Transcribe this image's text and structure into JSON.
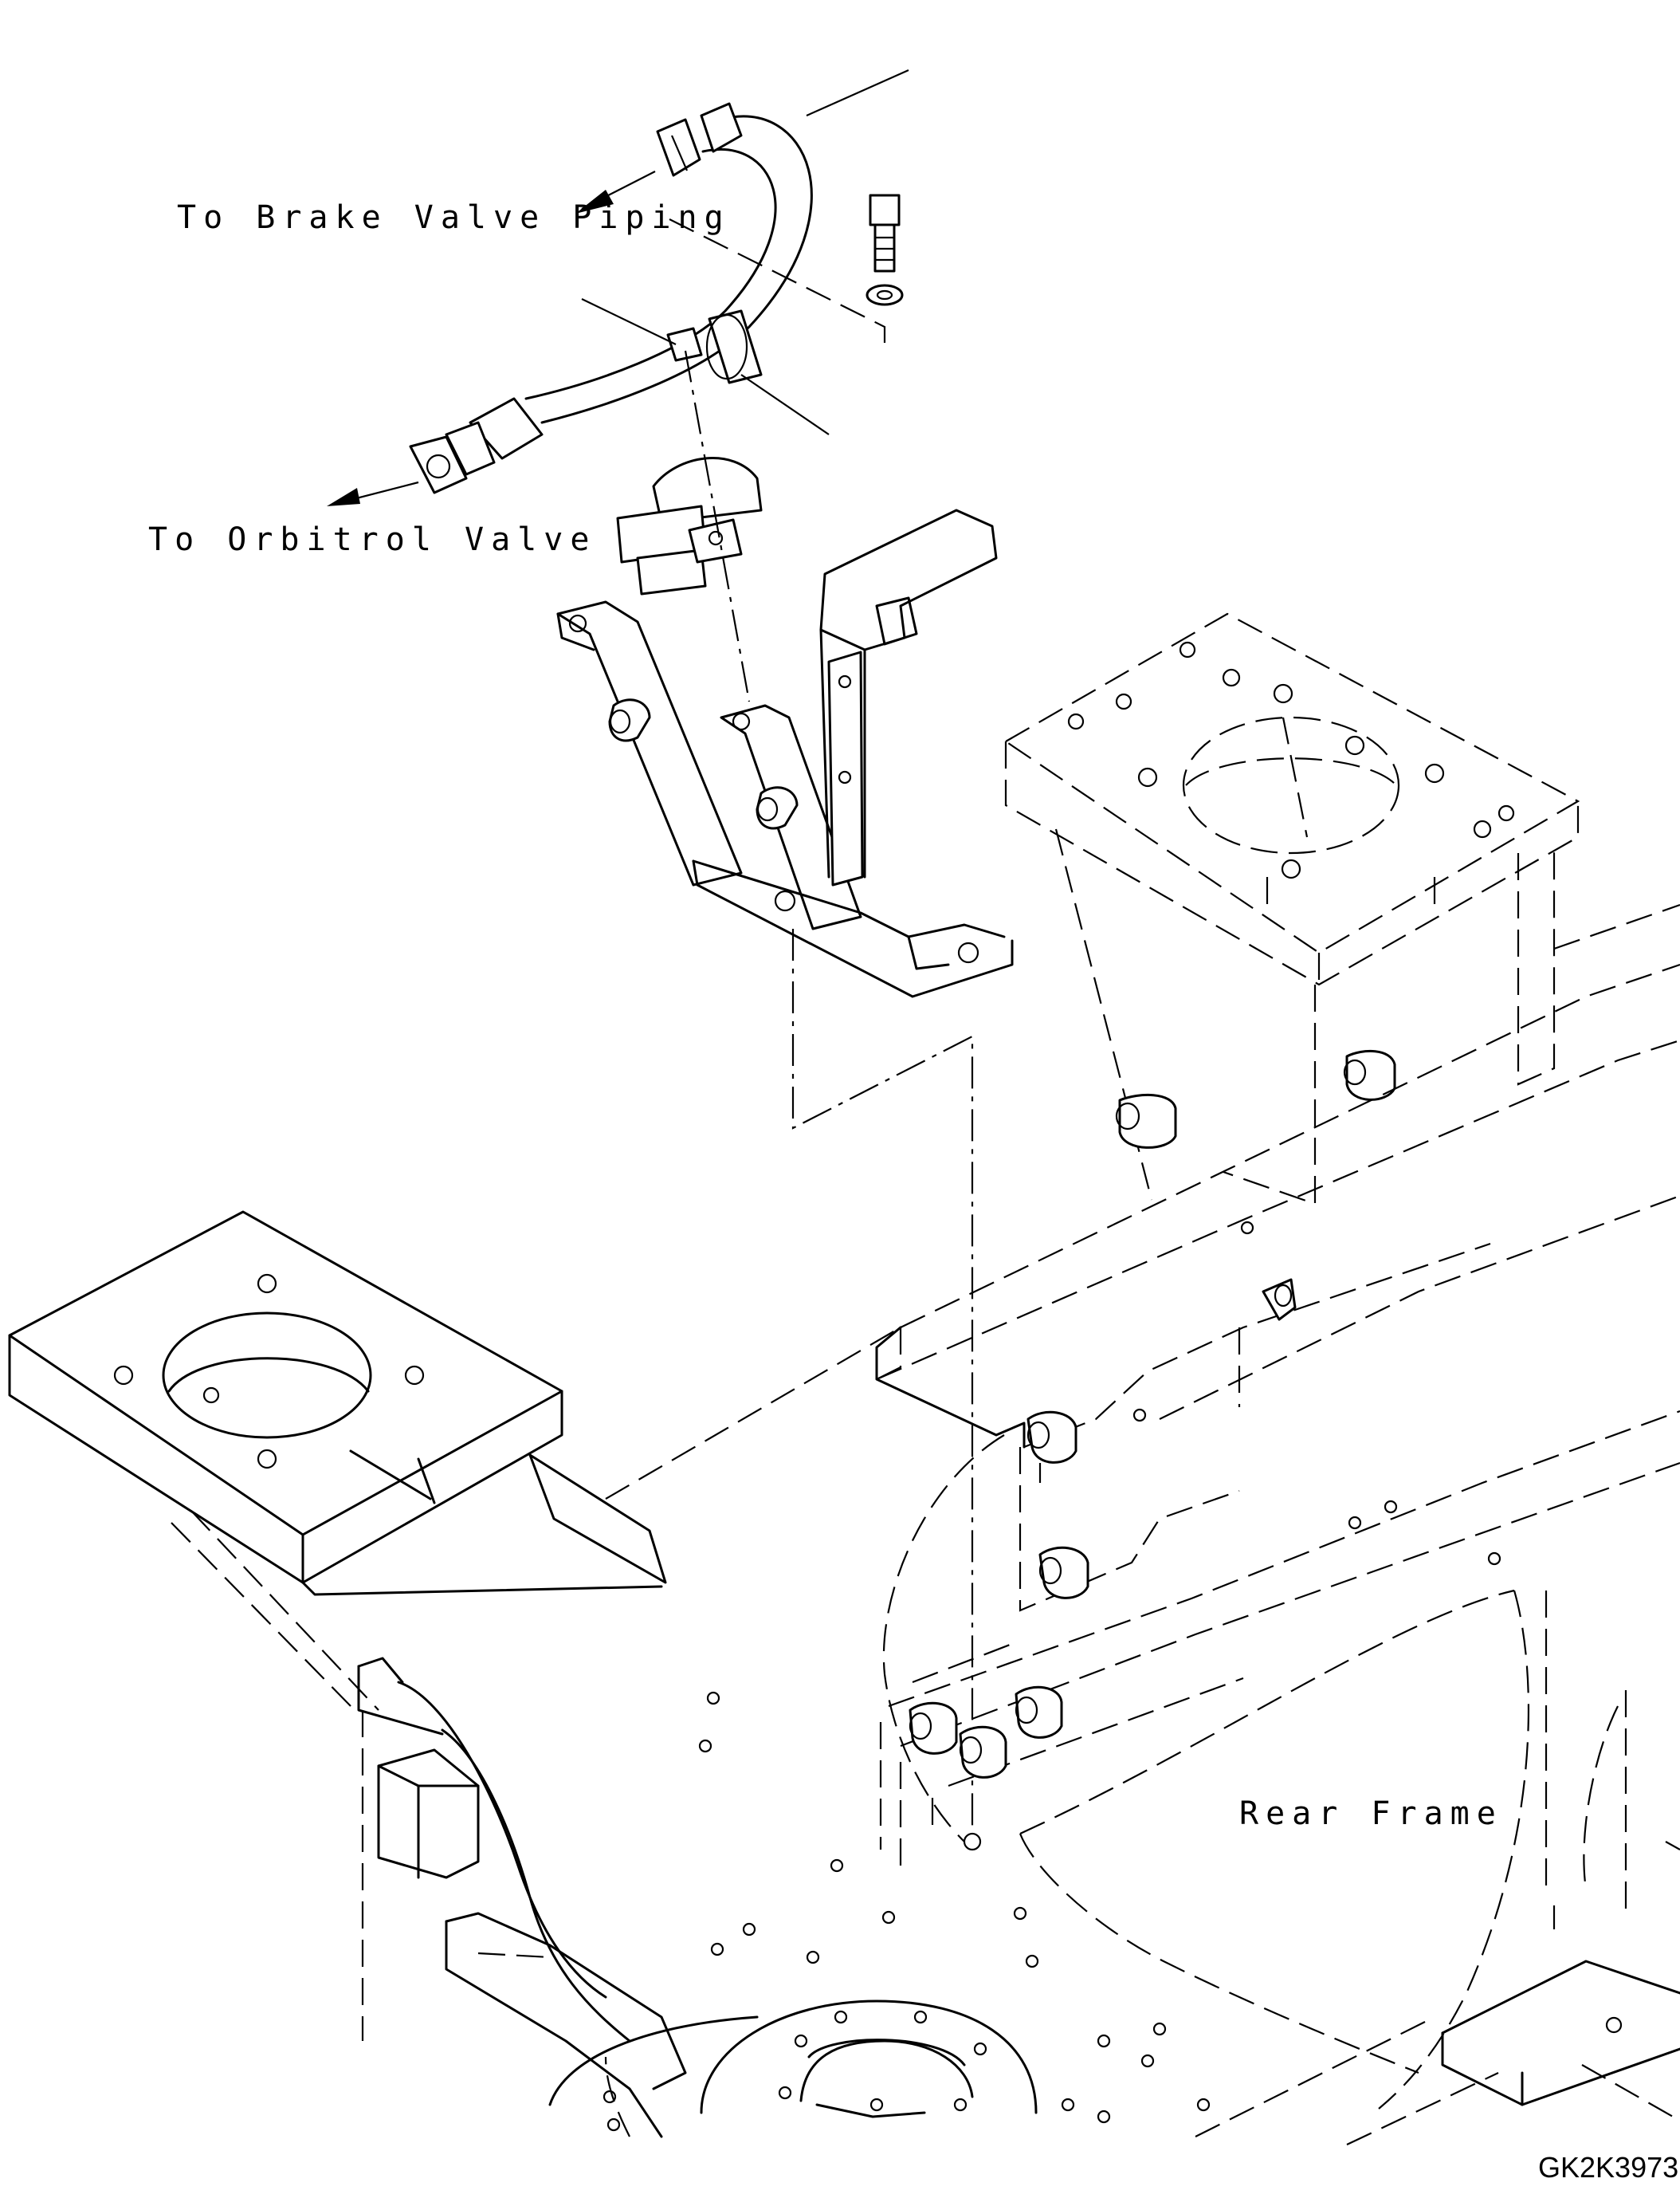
{
  "labels": {
    "brake_valve": "To Brake Valve Piping",
    "orbitrol_valve": "To Orbitrol Valve",
    "rear_frame": "Rear Frame",
    "drawing_code": "GK2K3973"
  }
}
